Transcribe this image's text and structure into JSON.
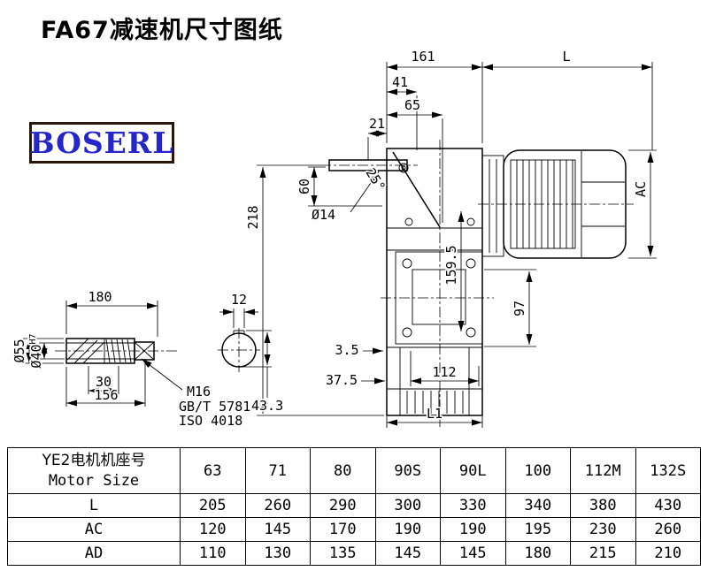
{
  "page": {
    "title": "FA67减速机尺寸图纸"
  },
  "logo": {
    "text": "BOSERL",
    "color": "#2525cc",
    "border_color": "#2a150a"
  },
  "dims": {
    "top_width": "161",
    "motor_length": "L",
    "d41": "41",
    "d65": "65",
    "d21": "21",
    "d60": "60",
    "shaft_dia": "Ø14",
    "angle": "25°",
    "d218": "218",
    "d159_5": "159.5",
    "ac": "AC",
    "d97": "97",
    "d3_5": "3.5",
    "d37_5": "37.5",
    "d112": "112",
    "l1": "L1"
  },
  "shaft_detail": {
    "d180": "180",
    "d156": "156",
    "d30": "30",
    "od": "Ø55",
    "bore": "Ø40",
    "bore_tol": "H7",
    "key_width": "12",
    "key_depth": "43.3",
    "thread": "M16",
    "standard_gb": "GB/T 5781",
    "standard_iso": "ISO 4018"
  },
  "table": {
    "header": {
      "line1": "YE2电机机座号",
      "line2": "Motor Size"
    },
    "columns": [
      "63",
      "71",
      "80",
      "90S",
      "90L",
      "100",
      "112M",
      "132S"
    ],
    "rows": [
      {
        "label": "L",
        "values": [
          "205",
          "260",
          "290",
          "300",
          "330",
          "340",
          "380",
          "430"
        ]
      },
      {
        "label": "AC",
        "values": [
          "120",
          "145",
          "170",
          "190",
          "190",
          "195",
          "230",
          "260"
        ]
      },
      {
        "label": "AD",
        "values": [
          "110",
          "130",
          "135",
          "145",
          "145",
          "180",
          "215",
          "210"
        ]
      }
    ]
  }
}
